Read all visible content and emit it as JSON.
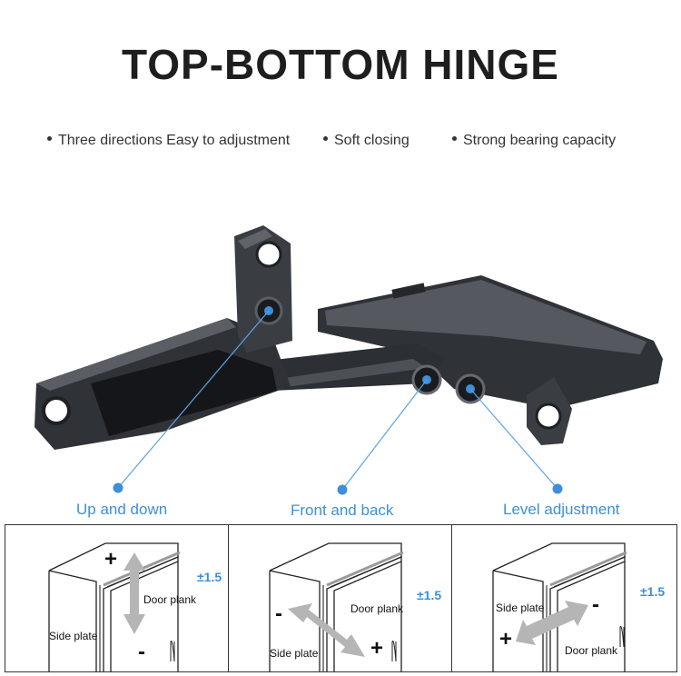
{
  "title": "TOP-BOTTOM HINGE",
  "features": [
    "Three directions Easy to adjustment",
    "Soft closing",
    "Strong bearing capacity"
  ],
  "callouts": [
    "Up and down",
    "Front and back",
    "Level adjustment"
  ],
  "colors": {
    "accent": "#3d8fd8",
    "metal": "#3a3d42",
    "arrow": "#b5b5b5"
  },
  "panels": [
    {
      "dim": "±1.5",
      "plus": "+",
      "minus": "-",
      "door_label": "Door plank",
      "side_label": "Side plate"
    },
    {
      "dim": "±1.5",
      "plus": "+",
      "minus": "-",
      "door_label": "Door plank",
      "side_label": "Side plate"
    },
    {
      "dim": "±1.5",
      "plus": "+",
      "minus": "-",
      "door_label": "Door plank",
      "side_label": "Side plate"
    }
  ]
}
